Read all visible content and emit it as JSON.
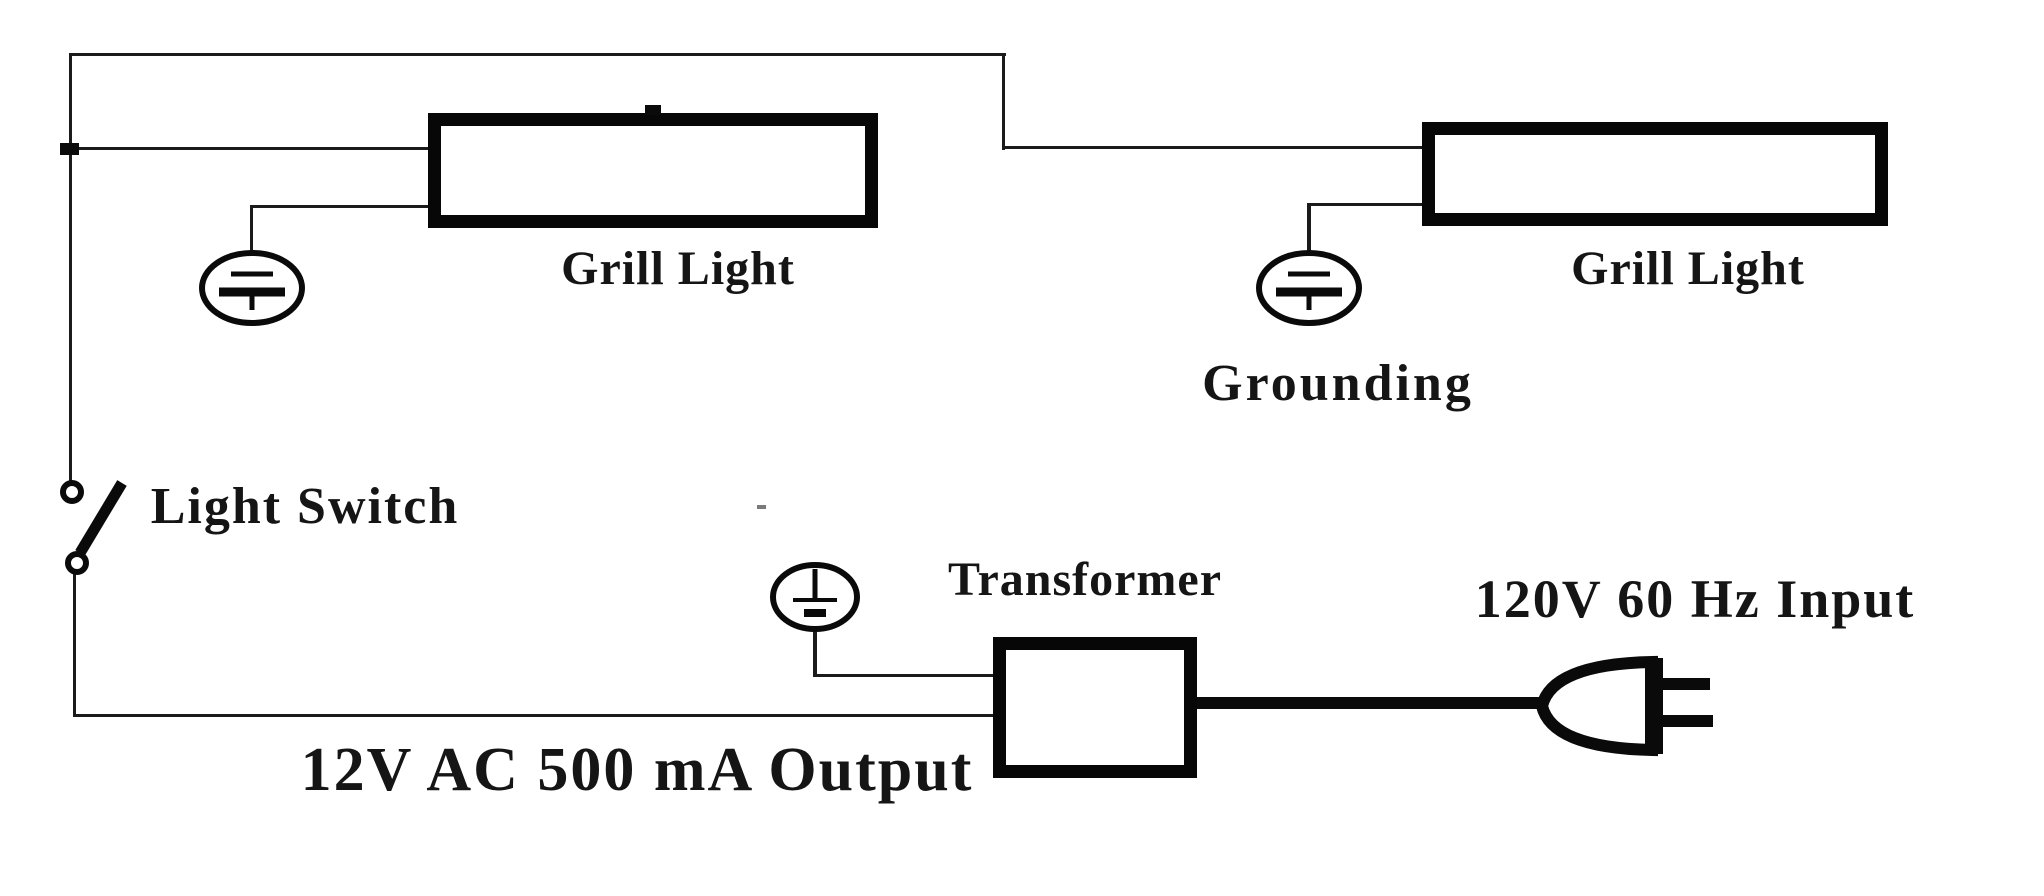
{
  "diagram": {
    "type": "circuit-wiring-diagram",
    "background_color": "#ffffff",
    "ink_color": "#141414",
    "components": {
      "grill_light_1": {
        "label": "Grill Light"
      },
      "grill_light_2": {
        "label": "Grill Light"
      },
      "grounding": {
        "label": "Grounding"
      },
      "light_switch": {
        "label": "Light Switch"
      },
      "transformer": {
        "label": "Transformer"
      },
      "output_line": {
        "label": "12V AC 500 mA Output"
      },
      "input_line": {
        "label": "120V 60 Hz Input"
      }
    },
    "icons": [
      "earth-ground-icon",
      "earth-ground-icon",
      "earth-ground-icon",
      "spst-switch-icon",
      "ac-plug-icon"
    ]
  }
}
